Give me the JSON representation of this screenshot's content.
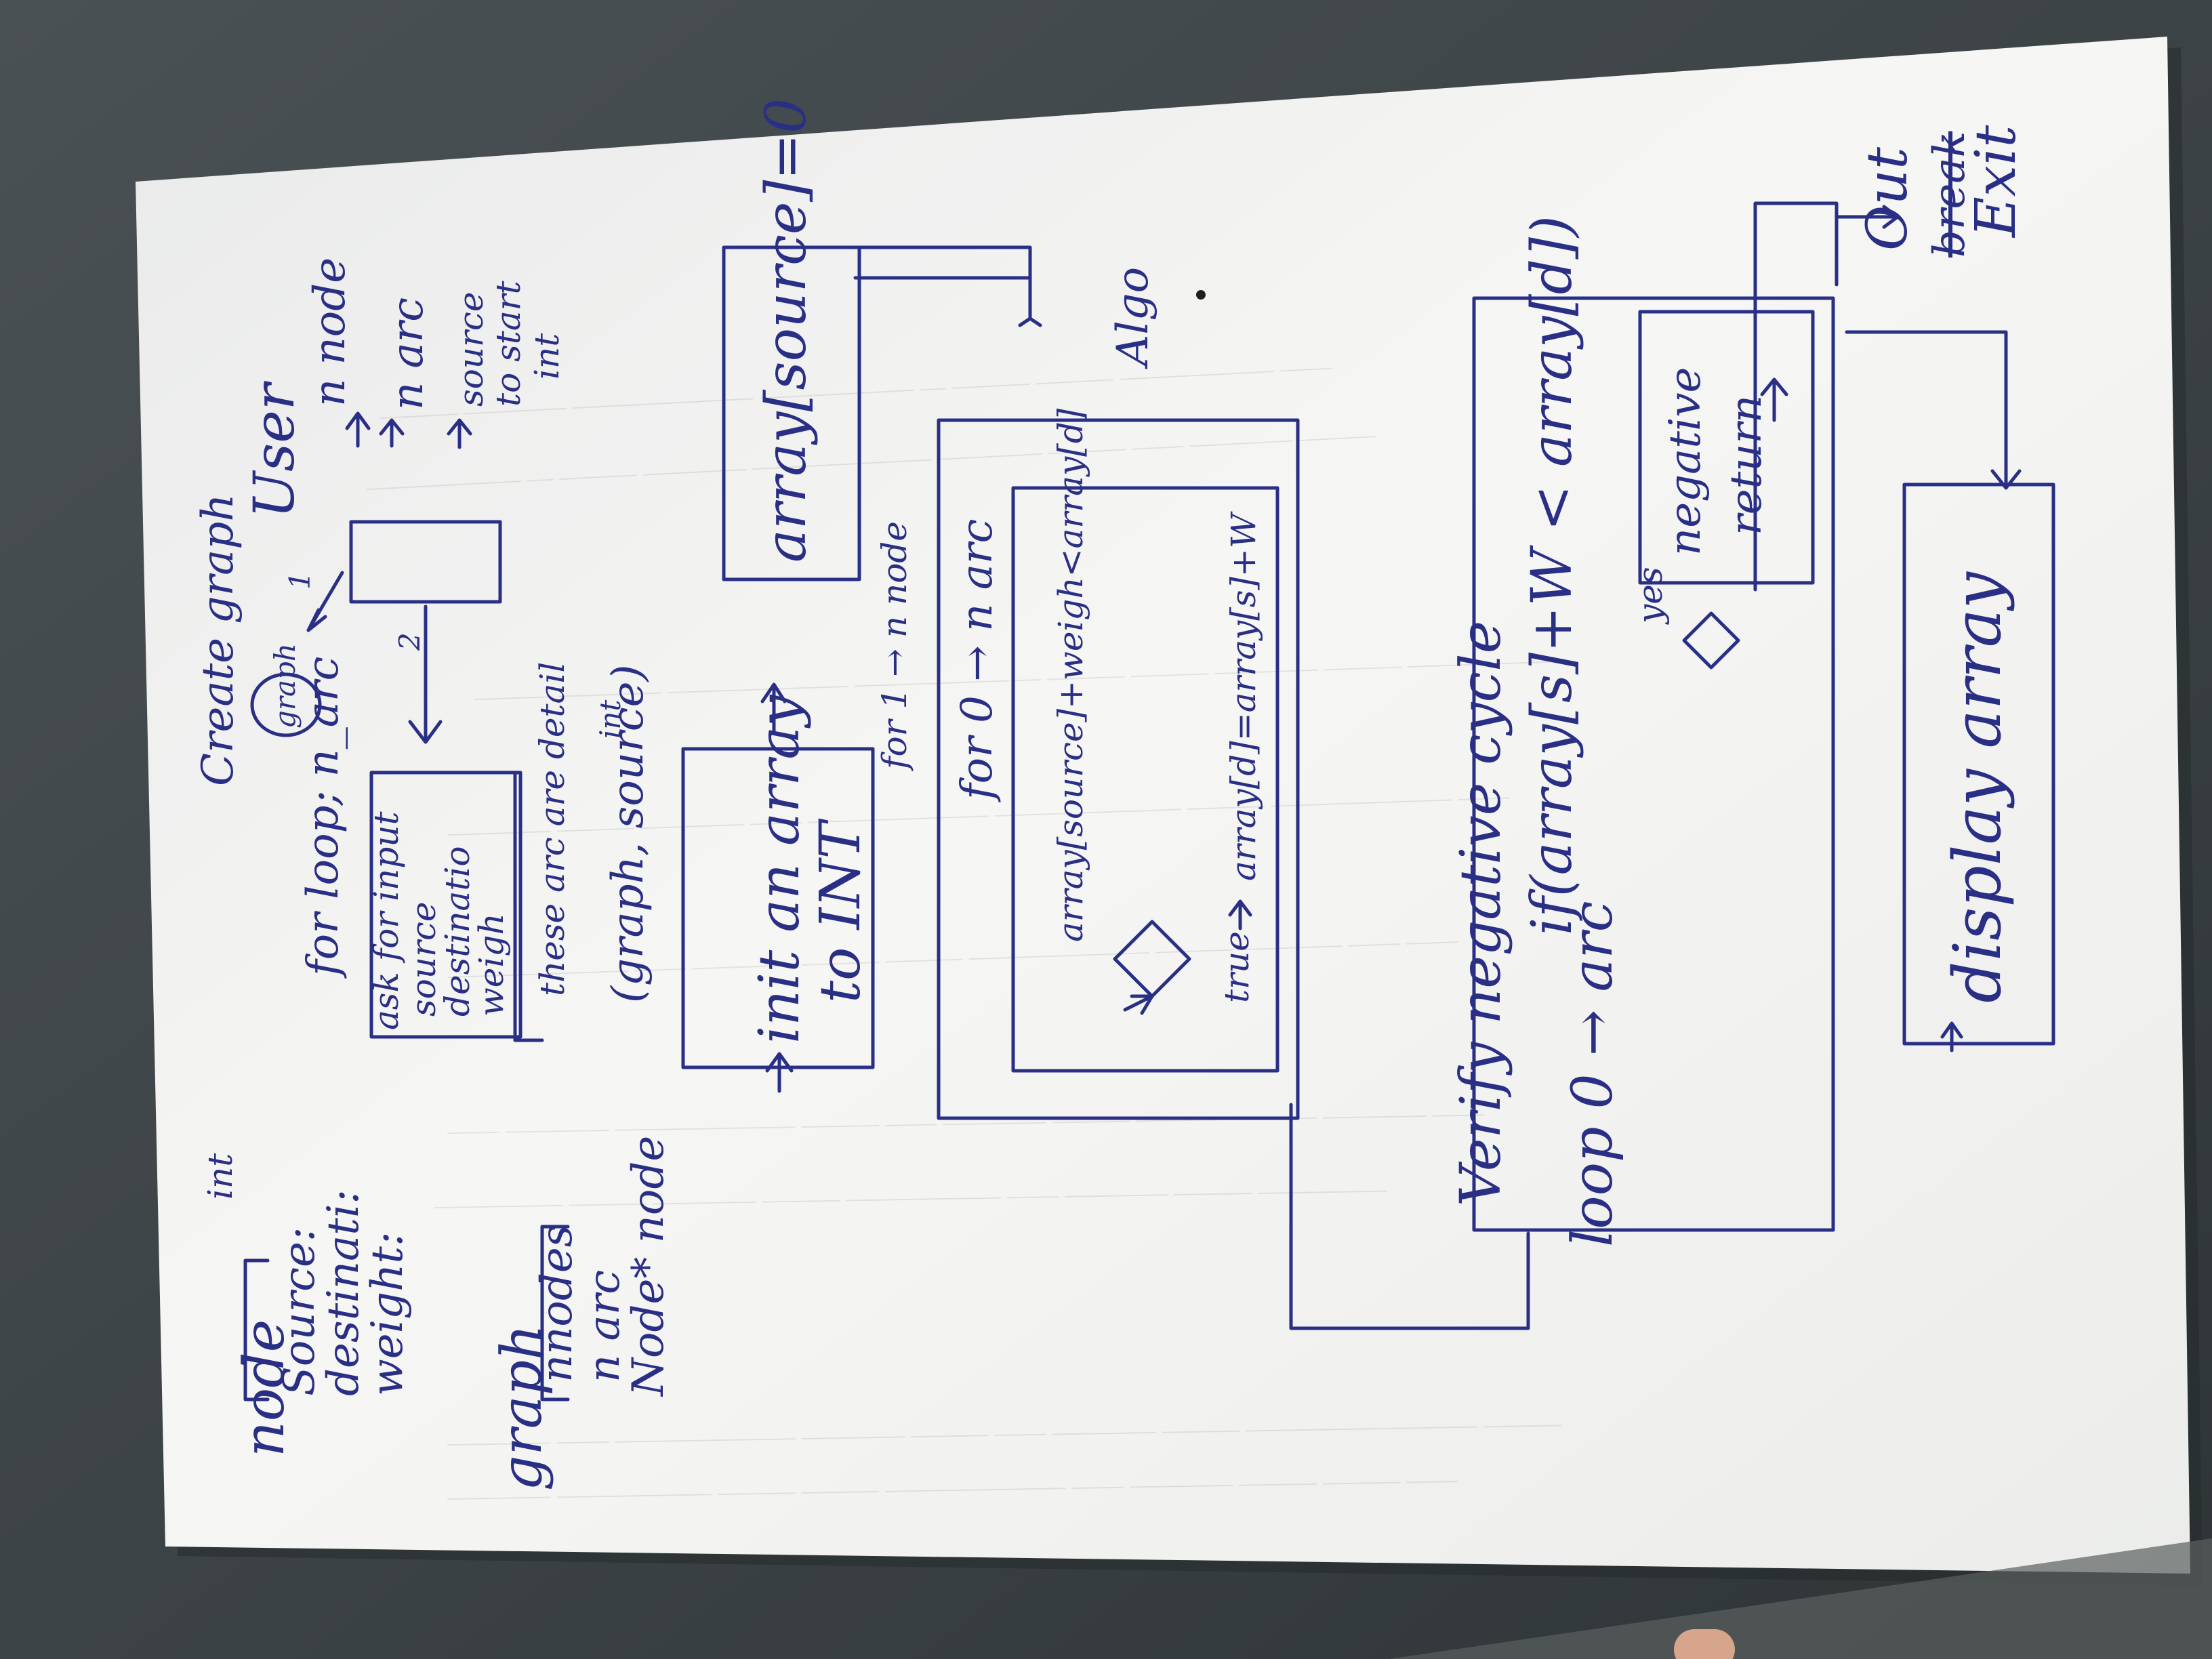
{
  "notes": {
    "node_label": "node",
    "node_fields": [
      "Source:",
      "destinati:",
      "weight:"
    ],
    "node_int": "int",
    "graph_label": "graph",
    "graph_fields": [
      "nnodes",
      "n arc",
      "Node* node"
    ],
    "loop_label": "for loop; n_arc",
    "ask_input": "ask for input",
    "ask_fields": [
      "source",
      "destinatio",
      "weigh"
    ],
    "arc_detail_note": "these arc are detail",
    "create_graph": "Create graph",
    "create_graph_circle": "graph",
    "step_1": "1",
    "step_2": "2",
    "user_label": "User",
    "n_node": "n node",
    "n_arc": "n arc",
    "source_to_start": [
      "source",
      "to start",
      "int"
    ],
    "graph_source": "(graph, source)",
    "int_mark": "int"
  },
  "algo": {
    "init_array": [
      "init an array",
      "to INT"
    ],
    "array_source_zero": "array[source]=0",
    "for_1_nnode": "for 1 → n node",
    "for_0_narc": "for 0 → n arc",
    "condition": "array[source]+weigh<array[d]",
    "true_label": "true",
    "update": "array[d]=array[s]+W",
    "algo_label": "Algo"
  },
  "verify": {
    "title": "Verify negative cycle",
    "loop": "loop 0 → arc",
    "condition": "if(array[s]+W < array[d])",
    "yes_label": "yes",
    "negative_return": [
      "negative",
      "return"
    ],
    "out_label": "Out",
    "break_label": "break",
    "exit_label": "Exit"
  },
  "display": {
    "label": "display array"
  },
  "colors": {
    "ink": "#2a2f86",
    "paper": "#f4f4f2",
    "desk": "#3b4245"
  }
}
